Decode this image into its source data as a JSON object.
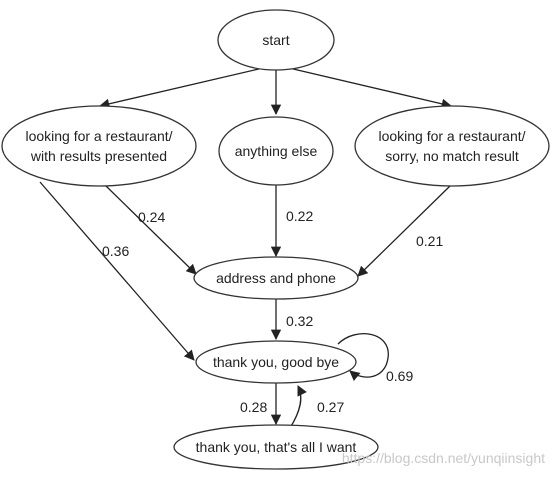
{
  "nodes": {
    "start": {
      "lines": [
        "start"
      ]
    },
    "restaurant_results": {
      "lines": [
        "looking for a restaurant/",
        "with results presented"
      ]
    },
    "anything_else": {
      "lines": [
        "anything else"
      ]
    },
    "restaurant_no_match": {
      "lines": [
        "looking for a restaurant/",
        "sorry, no match result"
      ]
    },
    "address_phone": {
      "lines": [
        "address and phone"
      ]
    },
    "thank_you_bye": {
      "lines": [
        "thank you, good bye"
      ]
    },
    "thank_you_all": {
      "lines": [
        "thank you, that's all I want"
      ]
    }
  },
  "edges": {
    "results_to_address": "0.24",
    "results_to_thankyou": "0.36",
    "anything_to_address": "0.22",
    "nomatch_to_address": "0.21",
    "address_to_thankyou": "0.32",
    "thankyou_self": "0.69",
    "thankyou_to_all": "0.28",
    "all_to_thankyou": "0.27"
  },
  "watermark": "https://blog.csdn.net/yunqiinsight"
}
